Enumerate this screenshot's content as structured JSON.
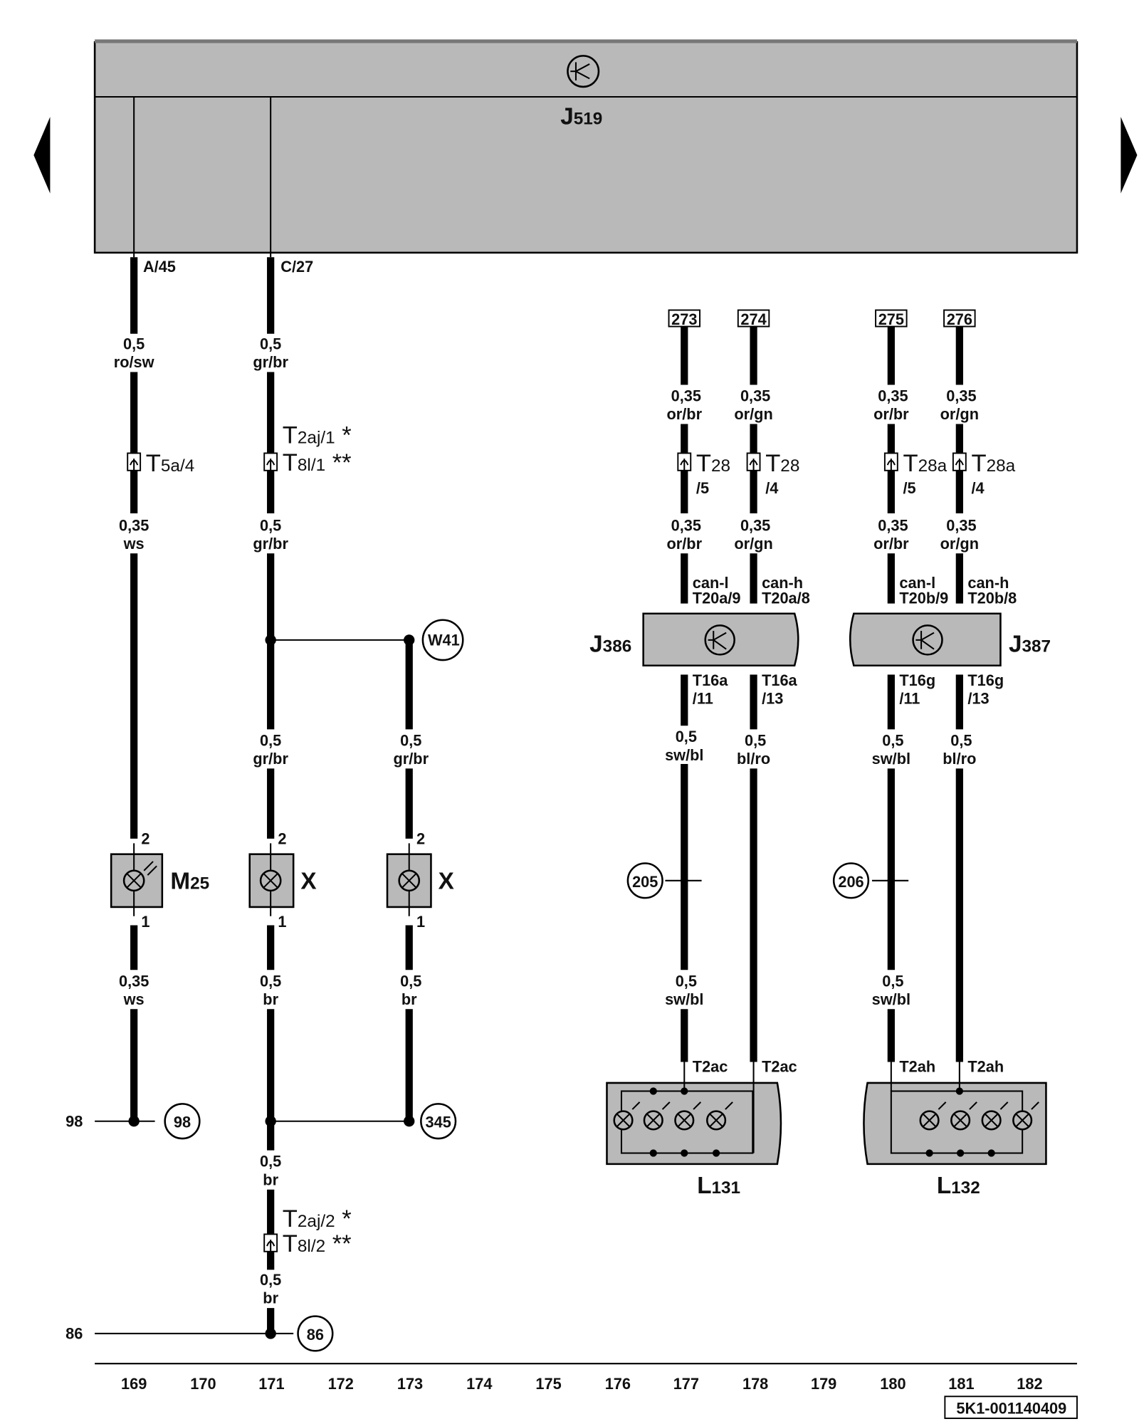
{
  "control_unit": {
    "letter": "J",
    "number": "519"
  },
  "nav": {
    "prev": "previous-page",
    "next": "next-page"
  },
  "pins_top": {
    "a": "A/45",
    "c": "C/27"
  },
  "col169": {
    "w1": [
      "0,5",
      "ro/sw"
    ],
    "conn": {
      "t": "T",
      "sub": "5a/4"
    },
    "w2": [
      "0,35",
      "ws"
    ],
    "comp": {
      "letter": "M",
      "number": "25"
    },
    "pin_top": "2",
    "pin_bottom": "1",
    "w3": [
      "0,35",
      "ws"
    ],
    "ground_label": "98",
    "ground_ref": "98"
  },
  "col171": {
    "w1": [
      "0,5",
      "gr/br"
    ],
    "conn1": {
      "a": "2aj/1",
      "a_star": "*",
      "b": "8l/1",
      "b_star": "**"
    },
    "w2": [
      "0,5",
      "gr/br"
    ],
    "junction_ref": "W41",
    "w3": [
      "0,5",
      "gr/br"
    ],
    "comp": "X",
    "pin_top": "2",
    "pin_bottom": "1",
    "w4": [
      "0,5",
      "br"
    ],
    "ref345": "345",
    "w5": [
      "0,5",
      "br"
    ],
    "conn2": {
      "a": "2aj/2",
      "a_star": "*",
      "b": "8l/2",
      "b_star": "**"
    },
    "w6": [
      "0,5",
      "br"
    ],
    "ground_label": "86",
    "ground_ref": "86"
  },
  "col173": {
    "w1": [
      "0,5",
      "gr/br"
    ],
    "comp": "X",
    "pin_top": "2",
    "pin_bottom": "1",
    "w2": [
      "0,5",
      "br"
    ]
  },
  "group1": {
    "refs": [
      "273",
      "274"
    ],
    "w1": [
      [
        "0,35",
        "or/br"
      ],
      [
        "0,35",
        "or/gn"
      ]
    ],
    "conn": [
      {
        "t": "28",
        "pin": "/5"
      },
      {
        "t": "28",
        "pin": "/4"
      }
    ],
    "w2": [
      [
        "0,35",
        "or/br"
      ],
      [
        "0,35",
        "or/gn"
      ]
    ],
    "can": [
      [
        "can-l",
        "T20a/9"
      ],
      [
        "can-h",
        "T20a/8"
      ]
    ],
    "unit": {
      "letter": "J",
      "number": "386"
    },
    "out": [
      [
        "T16a",
        "/11"
      ],
      [
        "T16a",
        "/13"
      ]
    ],
    "w3": [
      [
        "0,5",
        "sw/bl"
      ],
      [
        "0,5",
        "bl/ro"
      ]
    ],
    "splice": "205",
    "w4": [
      "0,5",
      "sw/bl"
    ],
    "lamp_pins": [
      "T2ac",
      "T2ac"
    ],
    "lamp": {
      "letter": "L",
      "number": "131"
    }
  },
  "group2": {
    "refs": [
      "275",
      "276"
    ],
    "w1": [
      [
        "0,35",
        "or/br"
      ],
      [
        "0,35",
        "or/gn"
      ]
    ],
    "conn": [
      {
        "t": "28a",
        "pin": "/5"
      },
      {
        "t": "28a",
        "pin": "/4"
      }
    ],
    "w2": [
      [
        "0,35",
        "or/br"
      ],
      [
        "0,35",
        "or/gn"
      ]
    ],
    "can": [
      [
        "can-l",
        "T20b/9"
      ],
      [
        "can-h",
        "T20b/8"
      ]
    ],
    "unit": {
      "letter": "J",
      "number": "387"
    },
    "out": [
      [
        "T16g",
        "/11"
      ],
      [
        "T16g",
        "/13"
      ]
    ],
    "w3": [
      [
        "0,5",
        "sw/bl"
      ],
      [
        "0,5",
        "bl/ro"
      ]
    ],
    "splice": "206",
    "w4": [
      "0,5",
      "sw/bl"
    ],
    "lamp_pins": [
      "T2ah",
      "T2ah"
    ],
    "lamp": {
      "letter": "L",
      "number": "132"
    }
  },
  "columns": [
    "169",
    "170",
    "171",
    "172",
    "173",
    "174",
    "175",
    "176",
    "177",
    "178",
    "179",
    "180",
    "181",
    "182"
  ],
  "doc_ref": "5K1-001140409"
}
